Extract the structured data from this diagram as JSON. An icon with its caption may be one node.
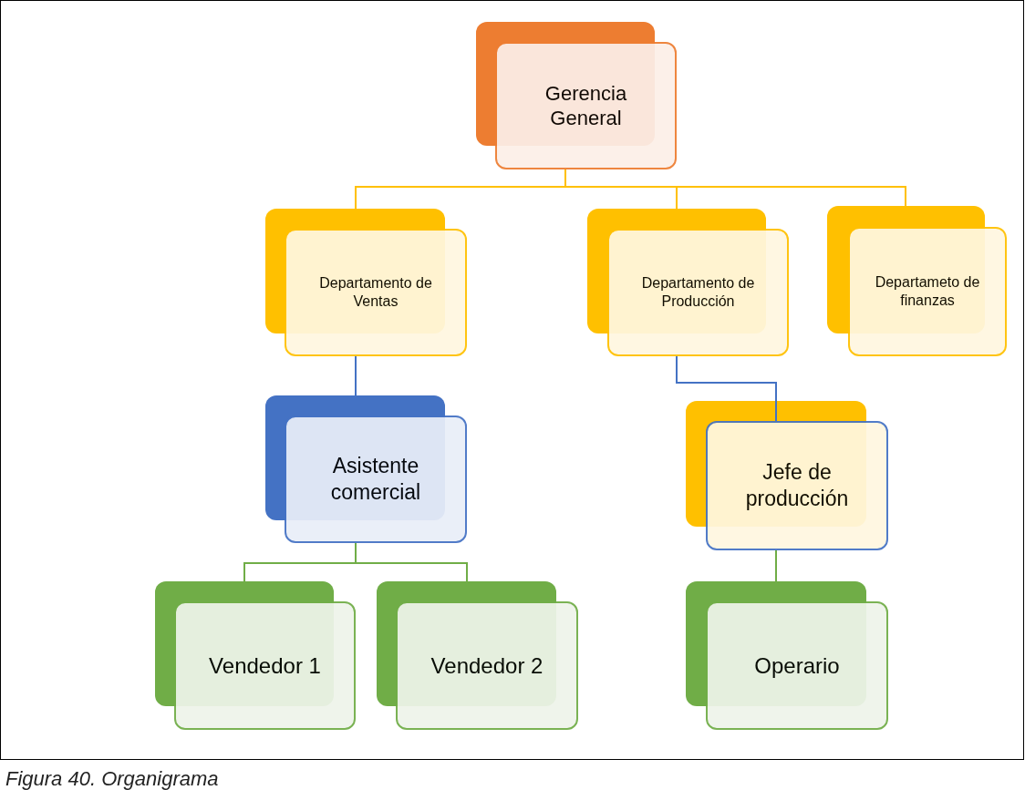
{
  "diagram": {
    "caption": "Figura 40. Organigrama",
    "nodes": [
      {
        "text": [
          "Gerencia General"
        ]
      },
      {
        "text": [
          "Departamento de Ventas"
        ]
      },
      {
        "text": [
          "Departamento de Producción"
        ]
      },
      {
        "text": [
          "Departameto de finanzas"
        ]
      },
      {
        "text": [
          "Asistente comercial"
        ]
      },
      {
        "text": [
          "Jefe de producción"
        ]
      },
      {
        "text": [
          "Vendedor 1"
        ]
      },
      {
        "text": [
          "Vendedor 2"
        ]
      },
      {
        "text": [
          "Operario"
        ]
      }
    ],
    "edges": [
      {
        "from": 0,
        "to": 1,
        "arrow": "none",
        "color": "#ffc000"
      },
      {
        "from": 0,
        "to": 2,
        "arrow": "none",
        "color": "#ffc000"
      },
      {
        "from": 0,
        "to": 3,
        "arrow": "none",
        "color": "#ffc000"
      },
      {
        "from": 1,
        "to": 4,
        "arrow": "none",
        "color": "#4472c4"
      },
      {
        "from": 2,
        "to": 5,
        "arrow": "none",
        "color": "#4472c4"
      },
      {
        "from": 4,
        "to": 6,
        "arrow": "none",
        "color": "#70ad47"
      },
      {
        "from": 4,
        "to": 7,
        "arrow": "none",
        "color": "#70ad47"
      },
      {
        "from": 5,
        "to": 8,
        "arrow": "none",
        "color": "#70ad47"
      }
    ]
  }
}
